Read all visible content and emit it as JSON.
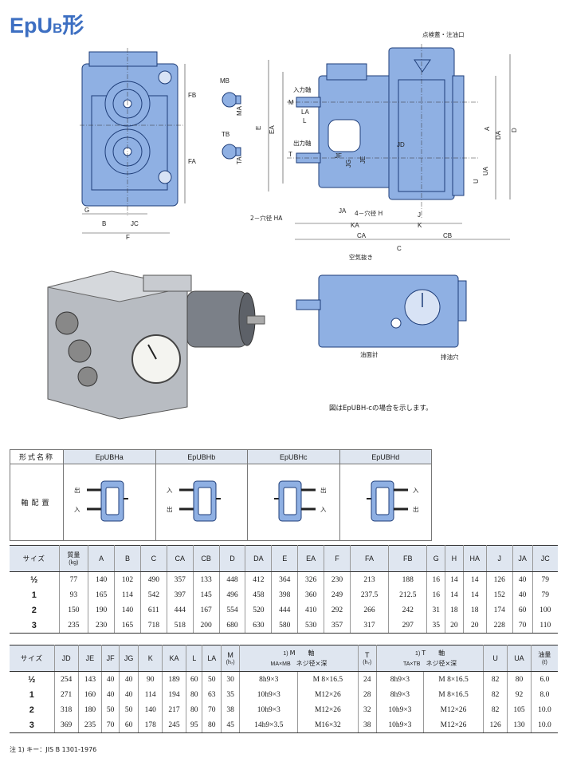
{
  "title": {
    "main": "EpU",
    "sub": "B",
    "suffix": "形"
  },
  "drawing": {
    "front_labels": [
      "FB",
      "FA",
      "G",
      "B",
      "JC",
      "F"
    ],
    "shaft_labels": [
      "MB",
      "MA",
      "TB",
      "TA"
    ],
    "side_labels": [
      "点検蓋・注油口",
      "入力軸",
      "出力軸",
      "M",
      "LA",
      "L",
      "T",
      "JF",
      "JG",
      "JE",
      "JD",
      "EA",
      "E",
      "A",
      "DA",
      "D",
      "UA",
      "U",
      "JA",
      "4－穴径 H",
      "2－穴径 HA",
      "KA",
      "J",
      "K",
      "CA",
      "CB",
      "C"
    ],
    "lower_labels": [
      "空気抜き",
      "油面計",
      "排油穴"
    ],
    "caption": "図はEpUBH-cの場合を示します。"
  },
  "arrangement": {
    "header_label": "形式名称",
    "row_label": "軸配置",
    "models": [
      "EpUBHa",
      "EpUBHb",
      "EpUBHc",
      "EpUBHd"
    ],
    "io_labels": {
      "out": "出",
      "in": "入"
    }
  },
  "table1": {
    "headers": [
      "サイズ",
      "質量",
      "(kg)",
      "A",
      "B",
      "C",
      "CA",
      "CB",
      "D",
      "DA",
      "E",
      "EA",
      "F",
      "FA",
      "FB",
      "G",
      "H",
      "HA",
      "J",
      "JA",
      "JC"
    ],
    "rows": [
      [
        "½",
        "77",
        "140",
        "102",
        "490",
        "357",
        "133",
        "448",
        "412",
        "364",
        "326",
        "230",
        "213",
        "188",
        "16",
        "14",
        "14",
        "126",
        "40",
        "79"
      ],
      [
        "1",
        "93",
        "165",
        "114",
        "542",
        "397",
        "145",
        "496",
        "458",
        "398",
        "360",
        "249",
        "237.5",
        "212.5",
        "16",
        "14",
        "14",
        "152",
        "40",
        "79"
      ],
      [
        "2",
        "150",
        "190",
        "140",
        "611",
        "444",
        "167",
        "554",
        "520",
        "444",
        "410",
        "292",
        "266",
        "242",
        "31",
        "18",
        "18",
        "174",
        "60",
        "100"
      ],
      [
        "3",
        "235",
        "230",
        "165",
        "718",
        "518",
        "200",
        "680",
        "630",
        "580",
        "530",
        "357",
        "317",
        "297",
        "35",
        "20",
        "20",
        "228",
        "70",
        "110"
      ]
    ]
  },
  "table2": {
    "headers": {
      "size": "サイズ",
      "cols": [
        "JD",
        "JE",
        "JF",
        "JG",
        "K",
        "KA",
        "L",
        "LA"
      ],
      "m": "M",
      "m_unit": "(h₇)",
      "m_group": "M　　軸",
      "m_sub": [
        "MA×MB",
        "ネジ径×深"
      ],
      "t": "T",
      "t_unit": "(h₇)",
      "t_group": "T　　軸",
      "t_sub": [
        "TA×TB",
        "ネジ径×深"
      ],
      "note_mark": "1)",
      "u": "U",
      "ua": "UA",
      "oil": "油量",
      "oil_unit": "(ℓ)"
    },
    "rows": [
      [
        "½",
        "254",
        "143",
        "40",
        "40",
        "90",
        "189",
        "60",
        "50",
        "30",
        "8h9×3",
        "M 8×16.5",
        "24",
        "8h9×3",
        "M 8×16.5",
        "82",
        "80",
        "6.0"
      ],
      [
        "1",
        "271",
        "160",
        "40",
        "40",
        "114",
        "194",
        "80",
        "63",
        "35",
        "10h9×3",
        "M12×26",
        "28",
        "8h9×3",
        "M 8×16.5",
        "82",
        "92",
        "8.0"
      ],
      [
        "2",
        "318",
        "180",
        "50",
        "50",
        "140",
        "217",
        "80",
        "70",
        "38",
        "10h9×3",
        "M12×26",
        "32",
        "10h9×3",
        "M12×26",
        "82",
        "105",
        "10.0"
      ],
      [
        "3",
        "369",
        "235",
        "70",
        "60",
        "178",
        "245",
        "95",
        "80",
        "45",
        "14h9×3.5",
        "M16×32",
        "38",
        "10h9×3",
        "M12×26",
        "126",
        "130",
        "10.0"
      ]
    ]
  },
  "footnote": "注 1) キー：JIS B 1301-1976",
  "colors": {
    "body_blue": "#8fb0e3",
    "title_blue": "#3d6fc2",
    "header_bg": "#dfe6f0"
  }
}
